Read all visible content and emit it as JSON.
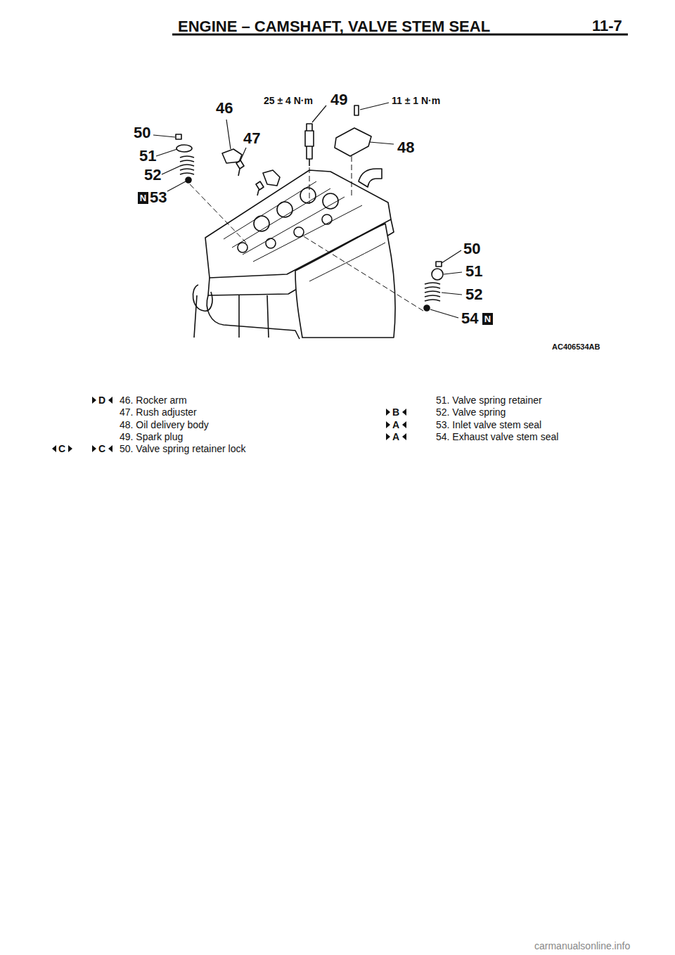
{
  "diagram": {
    "title": "ENGINE – CAMSHAFT, VALVE STEM SEAL",
    "nodes": [
      {
        "text": [
          "N"
        ]
      },
      {
        "text": [
          "N"
        ]
      }
    ],
    "labels": [
      "11-7",
      "25 ± 4 N·m",
      "46",
      "49",
      "11 ± 1 N·m",
      "50",
      "47",
      "48",
      "51",
      "52",
      "53",
      "50",
      "51",
      "52",
      "54",
      "AC406534AB",
      "46. Rocker arm",
      "51. Valve spring retainer",
      "D",
      "47. Rush adjuster",
      "B",
      "52. Valve spring",
      "48. Oil delivery body",
      "A",
      "53. Inlet valve stem seal",
      "49. Spark plug",
      "A",
      "54. Exhaust valve stem seal",
      "C",
      "C",
      "50. Valve spring retainer lock",
      "carmanualsonline.info"
    ]
  }
}
